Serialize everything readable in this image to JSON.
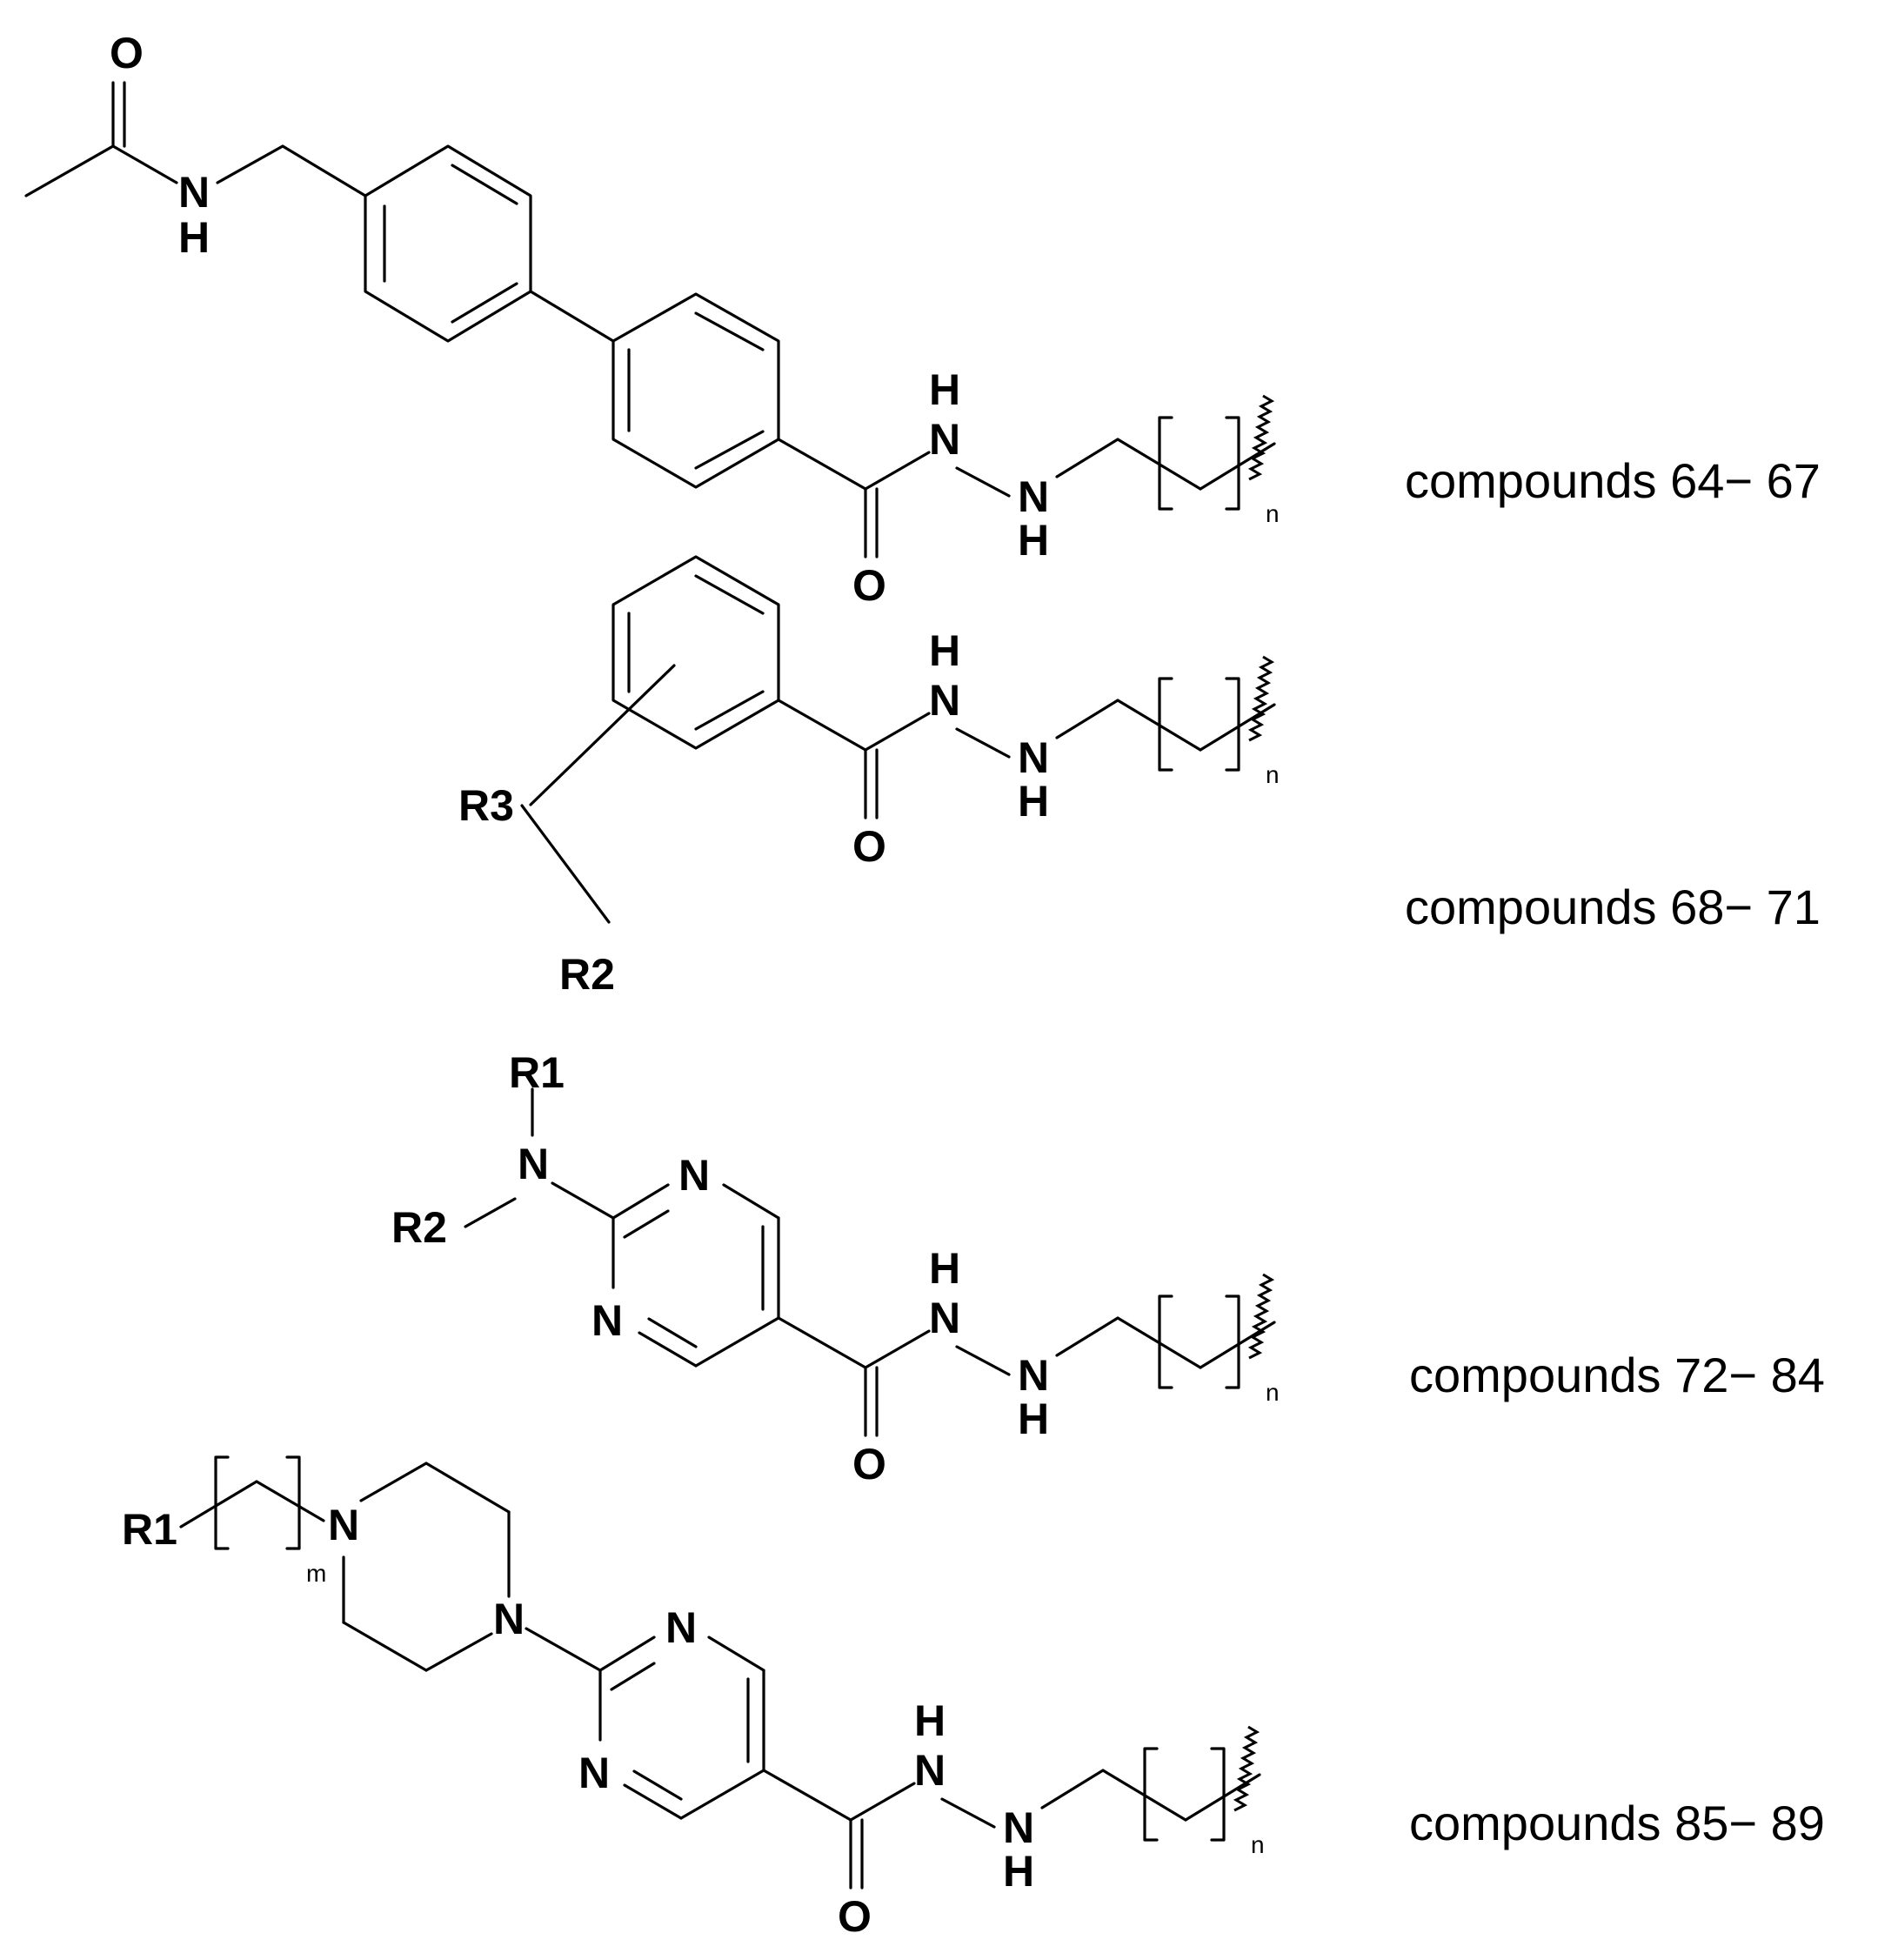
{
  "structures": [
    {
      "caption": "compounds 64− 67",
      "labels": {
        "O_acetyl": "O",
        "N_amide": "N",
        "H_amide": "H",
        "H1": "H",
        "N1": "N",
        "N2": "N",
        "H2": "H",
        "O_carbonyl": "O",
        "n": "n"
      }
    },
    {
      "caption": "compounds 68− 71",
      "labels": {
        "R3": "R3",
        "R2": "R2",
        "H1": "H",
        "N1": "N",
        "N2": "N",
        "H2": "H",
        "O_carbonyl": "O",
        "n": "n"
      }
    },
    {
      "caption": "compounds 72− 84",
      "labels": {
        "R1": "R1",
        "N_amine": "N",
        "R2": "R2",
        "N_ring_top": "N",
        "N_ring_bottom": "N",
        "H1": "H",
        "N1": "N",
        "N2": "N",
        "H2": "H",
        "O_carbonyl": "O",
        "n": "n"
      }
    },
    {
      "caption": "compounds 85− 89",
      "labels": {
        "R1": "R1",
        "m": "m",
        "N_pip_top": "N",
        "N_pip_bottom": "N",
        "N_ring_top": "N",
        "N_ring_bottom": "N",
        "H1": "H",
        "N1": "N",
        "N2": "N",
        "H2": "H",
        "O_carbonyl": "O",
        "n": "n"
      }
    }
  ]
}
